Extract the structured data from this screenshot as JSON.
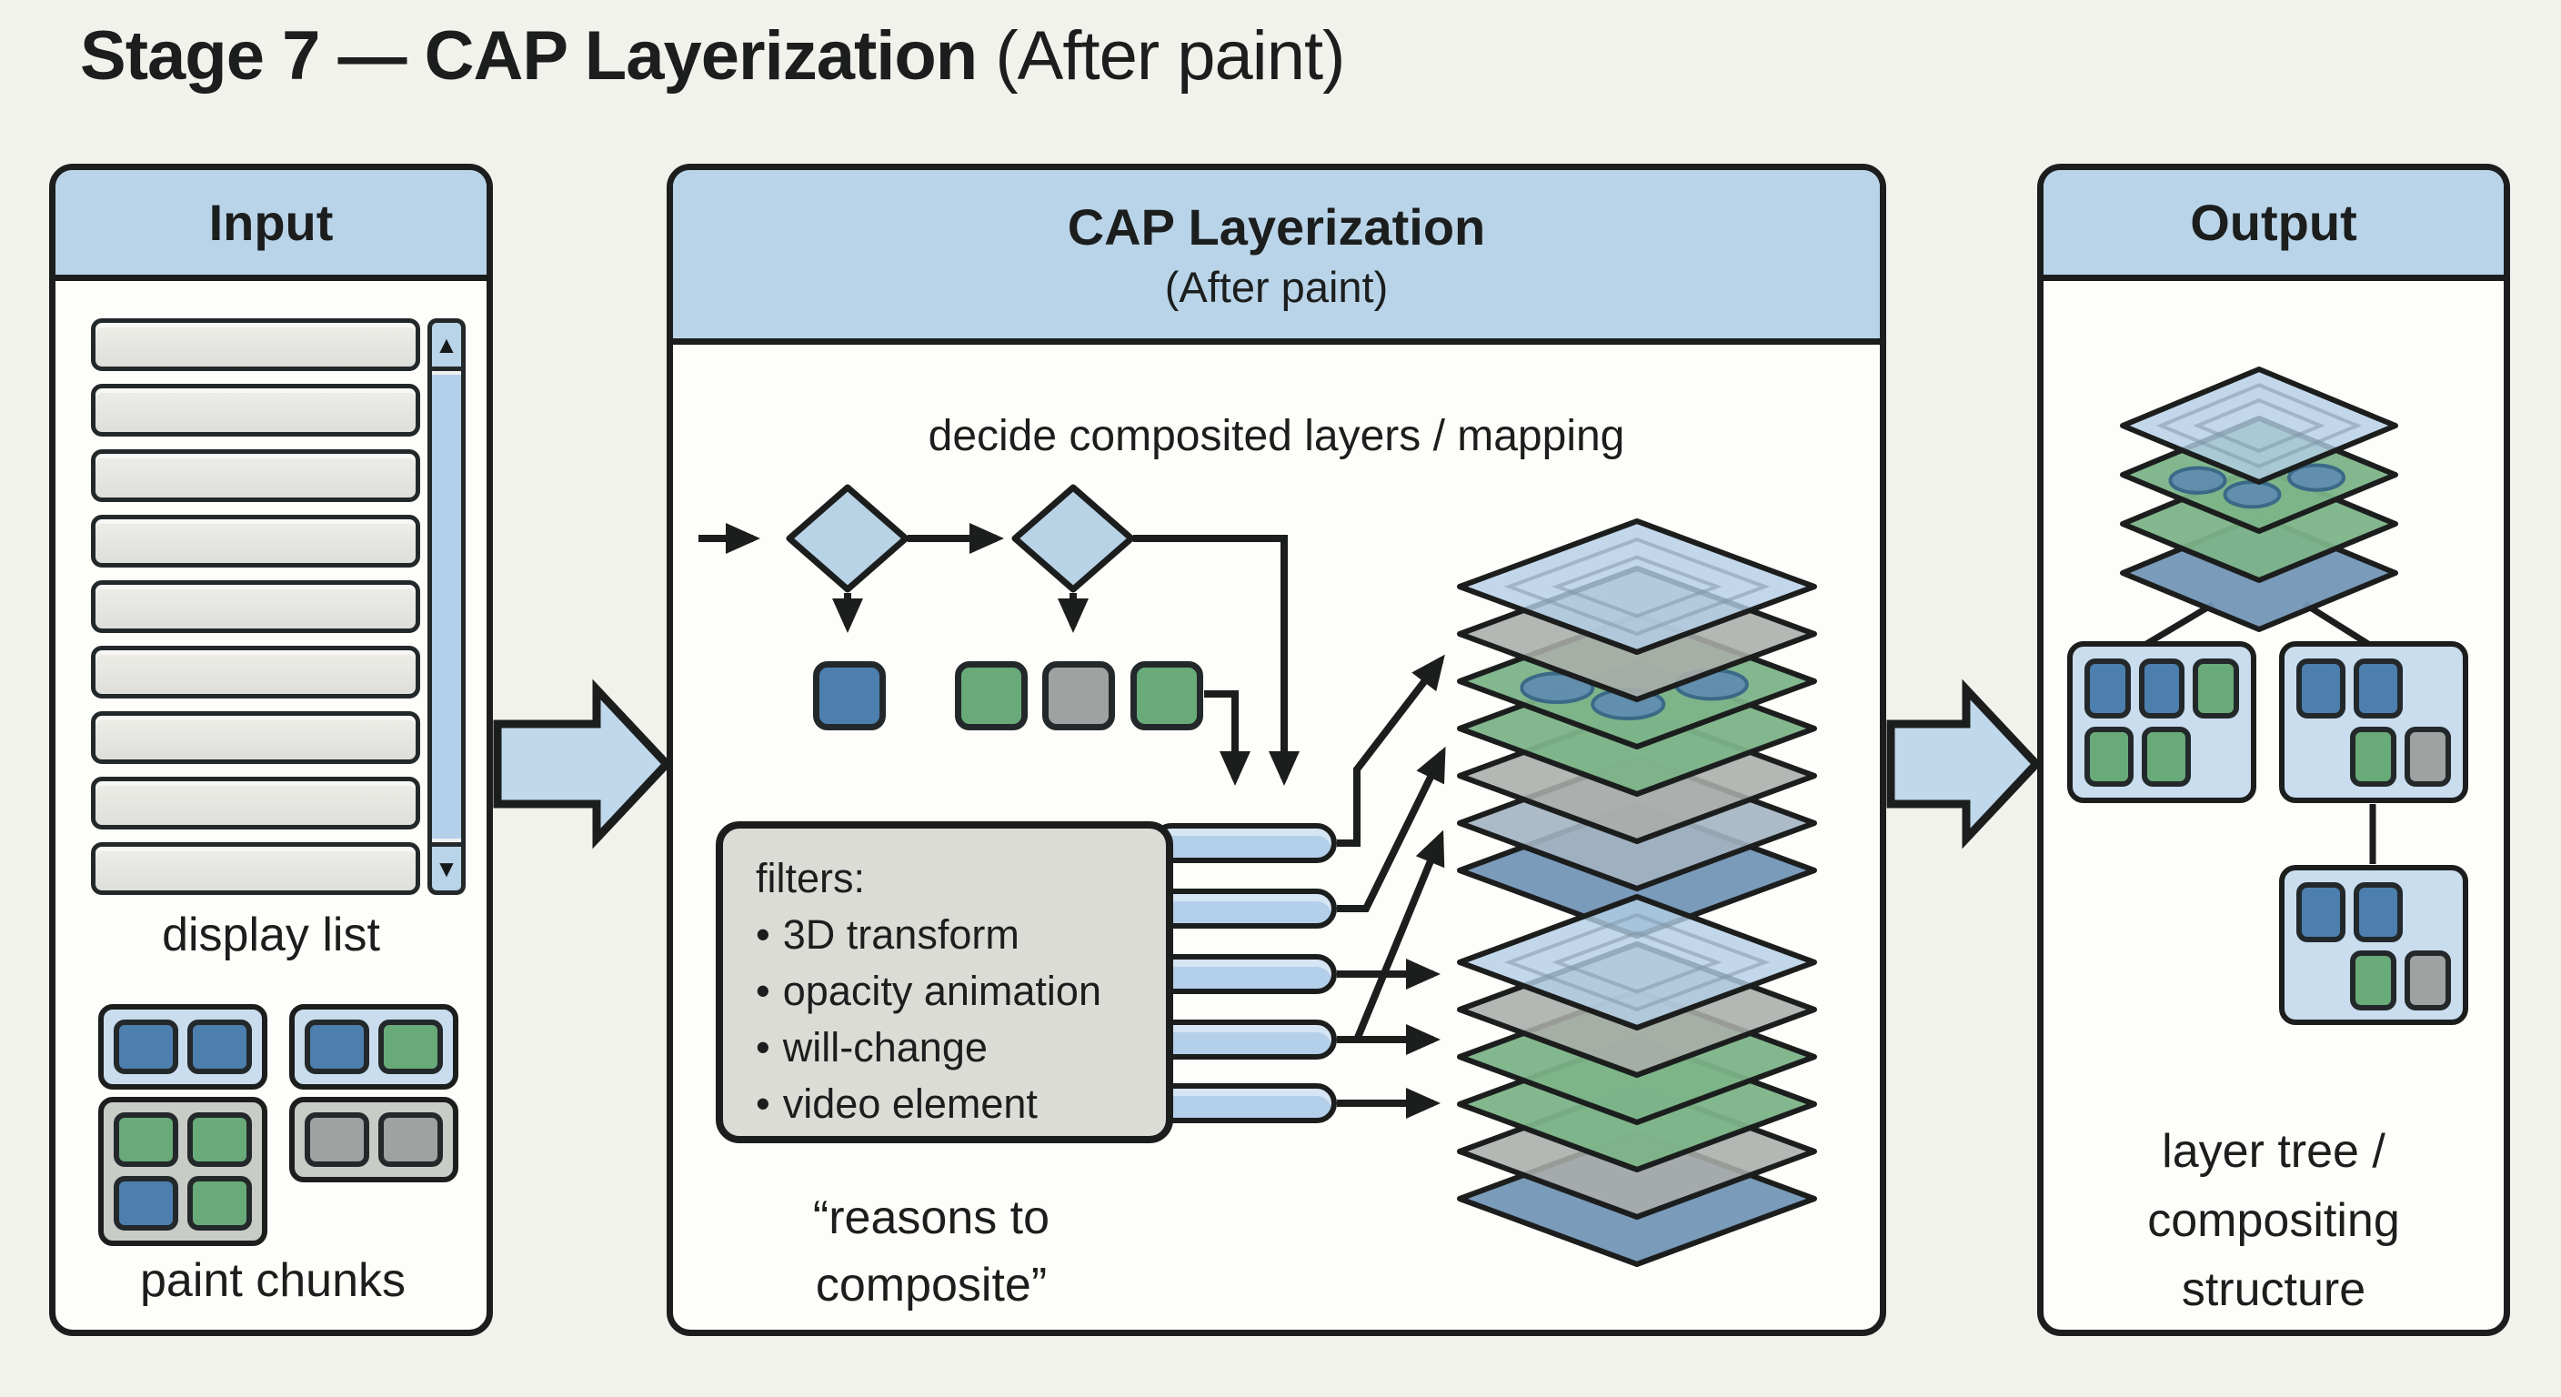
{
  "title": {
    "bold": "Stage 7 — CAP Layerization",
    "regular": " (After paint)"
  },
  "palette": {
    "canvas_bg": "#f2f2ec",
    "panel_bg": "#fdfdf9",
    "outline": "#1c1e1e",
    "header_blue": "#b9d4e8",
    "diamond_fill": "#b8d2e6",
    "pill_fill": "#b4cfe9",
    "filters_bg": "#dcdcd7",
    "block_arrow_fill": "#bfd8ec",
    "chunk_blue": "#4c7fae",
    "chunk_green": "#69aa79",
    "chunk_gray": "#9fa2a0",
    "container_lightblue": "#c9ddee",
    "container_gray": "#c9cbc6",
    "layer_lightblue": "#b3cee6",
    "layer_gray": "#abadaa",
    "layer_green": "#7cb489",
    "layer_grayblue": "#a3b4c2",
    "layer_blue": "#7396b6",
    "blob_blue": "#5d89b4"
  },
  "input_panel": {
    "header": "Input",
    "display_list_label": "display list",
    "display_list_row_count": 9,
    "scrollbar": {
      "up_glyph": "▲",
      "down_glyph": "▼"
    },
    "paint_chunks_label": "paint chunks",
    "chunk_groups": [
      {
        "container": "lightblue",
        "rows": [
          [
            "blue",
            "blue"
          ]
        ]
      },
      {
        "container": "lightblue",
        "rows": [
          [
            "blue",
            "green"
          ]
        ]
      },
      {
        "container": "gray",
        "rows": [
          [
            "green",
            "green"
          ],
          [
            "blue",
            "green"
          ]
        ]
      },
      {
        "container": "gray",
        "rows": [
          [
            "gray",
            "gray"
          ]
        ]
      }
    ]
  },
  "process_panel": {
    "header_line1": "CAP Layerization",
    "header_line2": "(After paint)",
    "caption": "decide composited layers / mapping",
    "decision_box_colors": [
      "blue",
      "green",
      "gray",
      "green"
    ],
    "filters_box": {
      "title": "filters:",
      "bullet": "•",
      "items": [
        "3D transform",
        "opacity animation",
        "will-change",
        "video element"
      ]
    },
    "pill_count": 5,
    "quote_line1": "“reasons to",
    "quote_line2": "composite”",
    "upper_stack_layers": [
      "lightblue",
      "gray",
      "green",
      "green",
      "gray",
      "grayblue",
      "blue"
    ],
    "lower_stack_layers": [
      "lightblue",
      "gray",
      "green",
      "green",
      "gray",
      "blue"
    ]
  },
  "output_panel": {
    "header": "Output",
    "top_stack_layers": [
      "lightblue",
      "green",
      "green",
      "blue"
    ],
    "tree_boxes": [
      {
        "rows": [
          [
            "blue",
            "blue",
            "green"
          ],
          [
            "green",
            "green"
          ]
        ]
      },
      {
        "rows": [
          [
            "blue",
            "blue"
          ],
          [
            "",
            "green",
            "gray"
          ]
        ]
      },
      {
        "rows": [
          [
            "blue",
            "blue"
          ],
          [
            "",
            "green",
            "gray"
          ]
        ]
      }
    ],
    "label_line1": "layer tree /",
    "label_line2": "compositing",
    "label_line3": "structure"
  }
}
